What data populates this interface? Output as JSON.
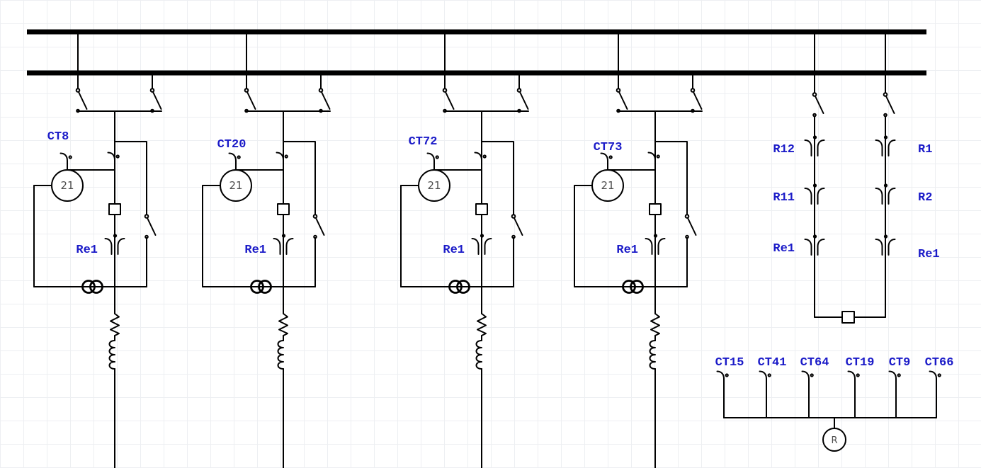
{
  "colors": {
    "wire": "#000000",
    "label_blue": "#1b1bc8",
    "relay_text": "#4d4d4d",
    "grid": "#edeff2",
    "background": "#ffffff"
  },
  "bays": [
    {
      "ct": "CT8",
      "relay": "21",
      "re": "Re1"
    },
    {
      "ct": "CT20",
      "relay": "21",
      "re": "Re1"
    },
    {
      "ct": "CT72",
      "relay": "21",
      "re": "Re1"
    },
    {
      "ct": "CT73",
      "relay": "21",
      "re": "Re1"
    }
  ],
  "coupler": {
    "left": [
      "R12",
      "R11",
      "Re1"
    ],
    "right": [
      "R1",
      "R2",
      "Re1"
    ]
  },
  "ct_bank": {
    "cts": [
      "CT15",
      "CT41",
      "CT64",
      "CT19",
      "CT9",
      "CT66"
    ],
    "relay": "R"
  }
}
